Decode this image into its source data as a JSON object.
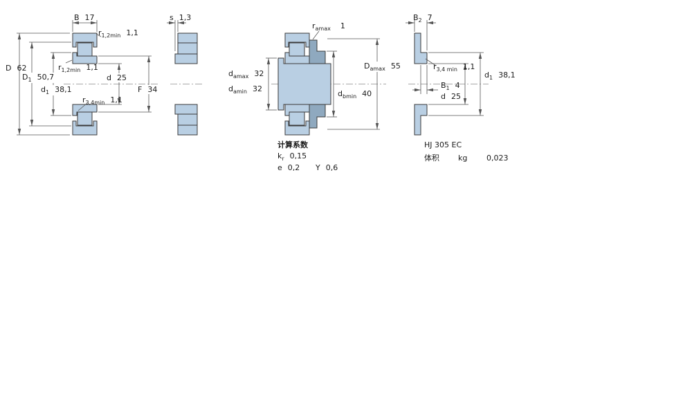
{
  "colors": {
    "part_fill": "#b9cfe3",
    "part_fill_dark": "#8fa9bf"
  },
  "view_main": {
    "dim_B": {
      "base": "B",
      "value": "17"
    },
    "dim_r12_top": {
      "base": "r",
      "sub": "1,2min",
      "value": "1,1"
    },
    "dim_D": {
      "base": "D",
      "value": "62"
    },
    "dim_D1": {
      "base": "D",
      "sub": "1",
      "value": "50,7"
    },
    "dim_r12_mid": {
      "base": "r",
      "sub": "1,2min",
      "value": "1,1"
    },
    "dim_d1": {
      "base": "d",
      "sub": "1",
      "value": "38,1"
    },
    "dim_d": {
      "base": "d",
      "value": "25"
    },
    "dim_r34": {
      "base": "r",
      "sub": "3,4min",
      "value": "1,1"
    },
    "dim_F": {
      "base": "F",
      "value": "34"
    }
  },
  "view_side": {
    "dim_s": {
      "base": "s",
      "value": "1,3"
    }
  },
  "view_mounting": {
    "dim_ra": {
      "base": "r",
      "sub": "amax",
      "value": "1"
    },
    "dim_damax": {
      "base": "d",
      "sub": "amax",
      "value": "32"
    },
    "dim_damin": {
      "base": "d",
      "sub": "amin",
      "value": "32"
    },
    "dim_Damax": {
      "base": "D",
      "sub": "amax",
      "value": "55"
    },
    "dim_dbmin": {
      "base": "d",
      "sub": "bmin",
      "value": "40"
    }
  },
  "view_ring": {
    "dim_B2": {
      "base": "B",
      "sub": "2",
      "value": "7"
    },
    "dim_r34": {
      "base": "r",
      "sub": "3,4 min",
      "value": "1,1"
    },
    "dim_B1": {
      "base": "B",
      "sub": "1",
      "value": "4"
    },
    "dim_d": {
      "base": "d",
      "value": "25"
    },
    "dim_d1": {
      "base": "d",
      "sub": "1",
      "value": "38,1"
    }
  },
  "factors": {
    "title": "计算系数",
    "kr": {
      "base": "k",
      "sub": "r",
      "value": "0,15"
    },
    "e": {
      "base": "e",
      "value": "0,2"
    },
    "Y": {
      "base": "Y",
      "value": "0,6"
    }
  },
  "ring_info": {
    "designation": "HJ 305 EC",
    "mass_label": "体积",
    "mass_unit": "kg",
    "mass_value": "0,023"
  }
}
